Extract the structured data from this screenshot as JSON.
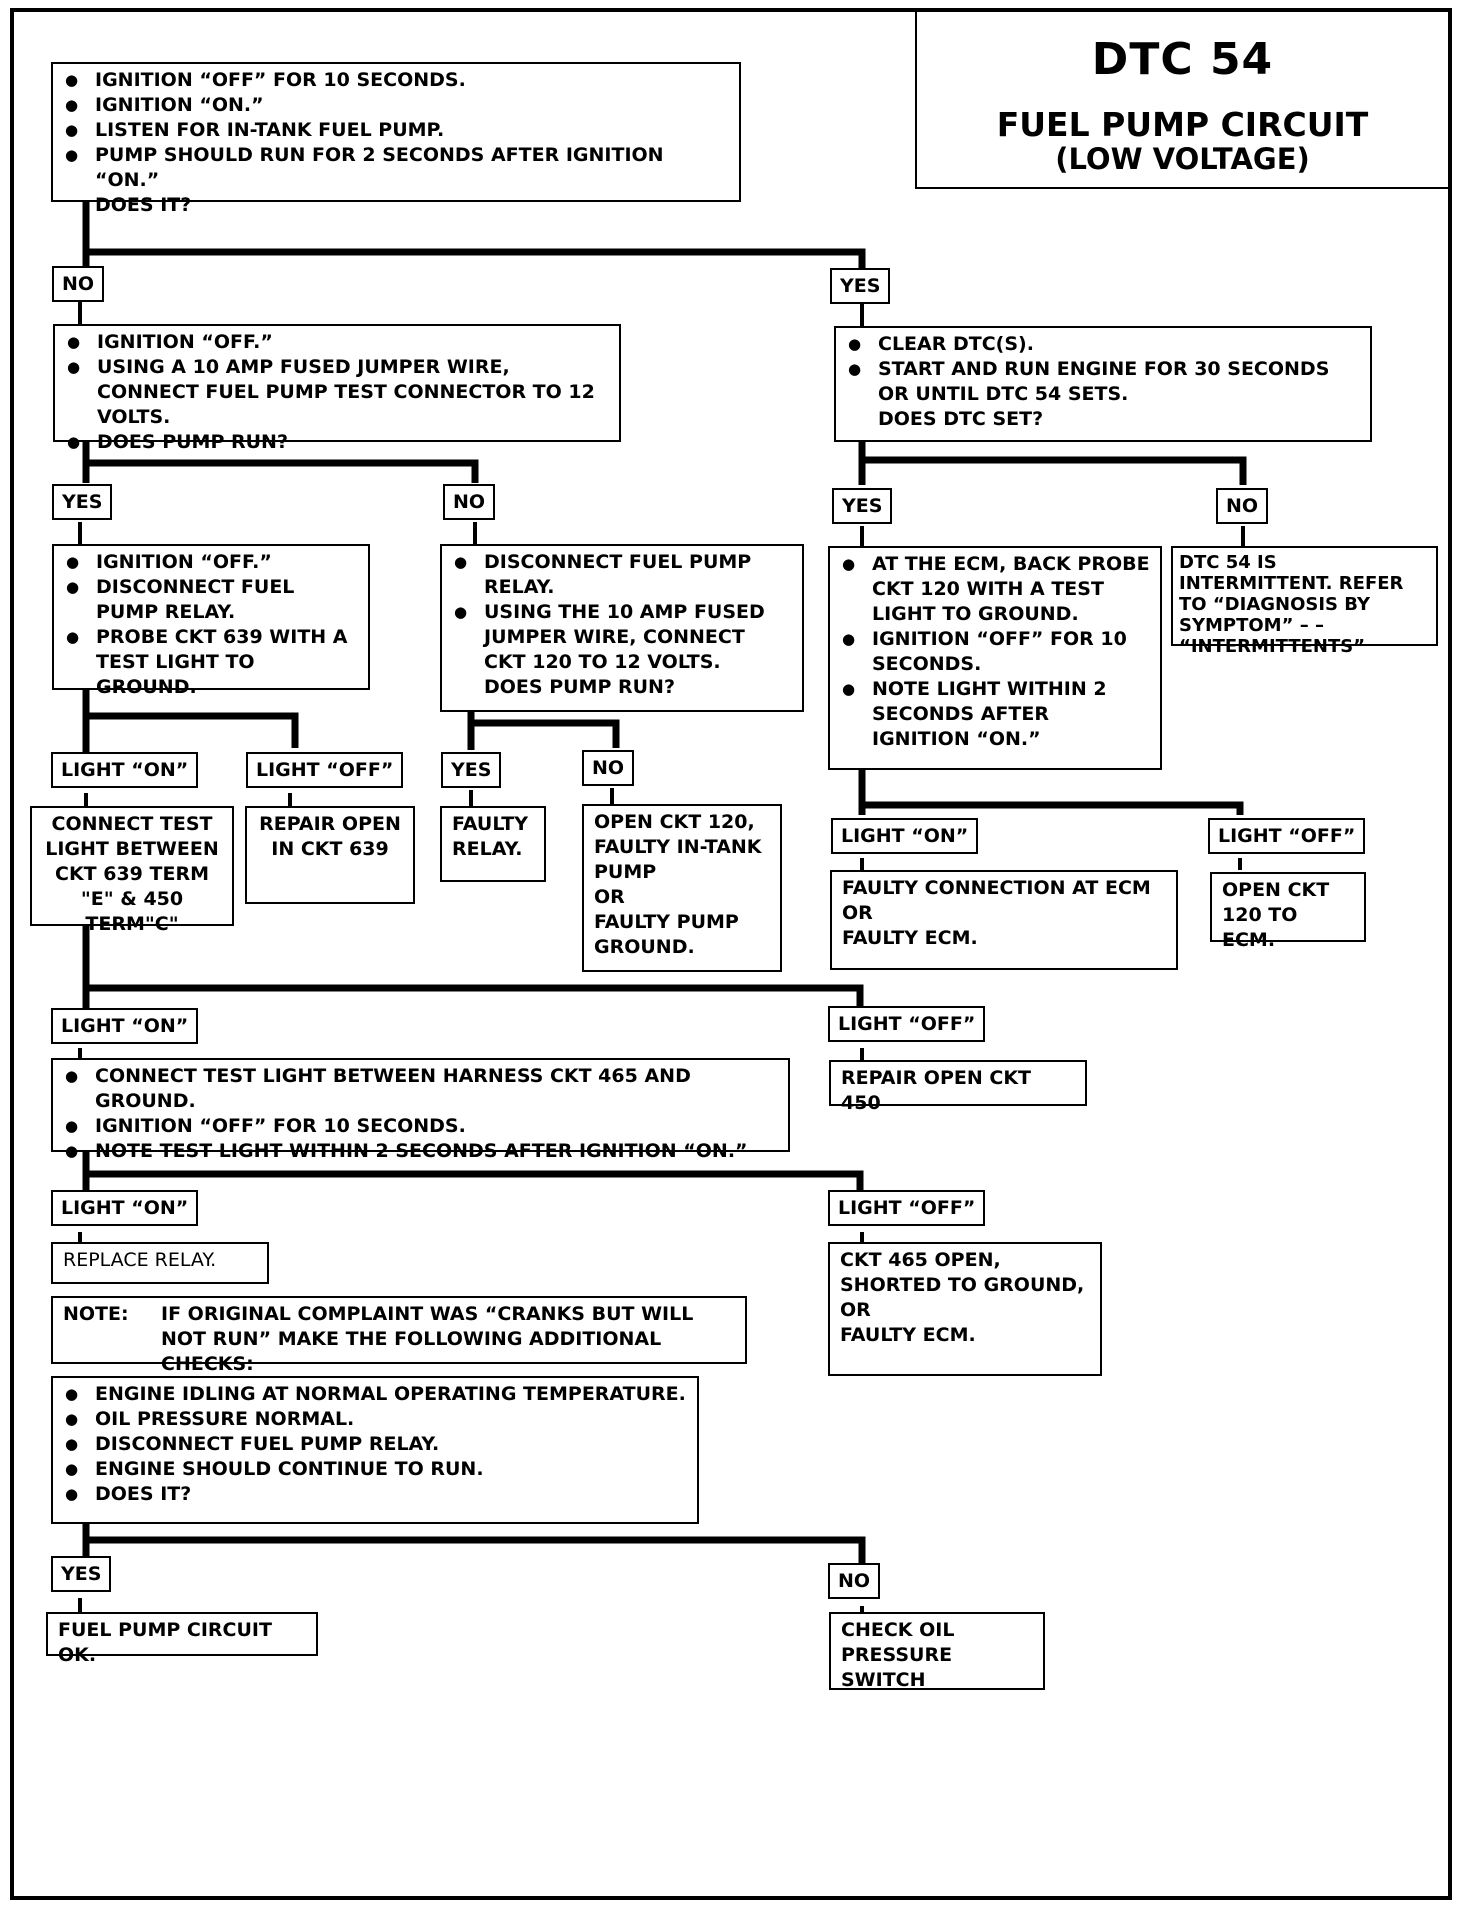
{
  "title": {
    "code": "DTC 54",
    "line1": "FUEL PUMP CIRCUIT",
    "line2": "(LOW VOLTAGE)"
  },
  "steps": {
    "start": [
      "IGNITION “OFF” FOR 10 SECONDS.",
      "IGNITION “ON.”",
      "LISTEN FOR IN-TANK FUEL PUMP.",
      "PUMP SHOULD RUN FOR 2 SECONDS AFTER IGNITION “ON.”"
    ],
    "start_q": "DOES IT?",
    "jumper": [
      "IGNITION “OFF.”",
      "USING A 10 AMP FUSED JUMPER WIRE, CONNECT FUEL PUMP TEST CONNECTOR TO 12 VOLTS.",
      "DOES PUMP RUN?"
    ],
    "clear": [
      "CLEAR DTC(S).",
      "START AND RUN ENGINE FOR 30 SECONDS OR UNTIL DTC 54 SETS."
    ],
    "clear_q": "DOES DTC SET?",
    "probe639": [
      "IGNITION “OFF.”",
      "DISCONNECT FUEL PUMP RELAY.",
      "PROBE CKT 639 WITH A TEST LIGHT TO GROUND."
    ],
    "disc_relay": [
      "DISCONNECT FUEL PUMP RELAY.",
      "USING THE 10 AMP FUSED JUMPER WIRE, CONNECT CKT 120 TO 12 VOLTS."
    ],
    "disc_relay_q": "DOES PUMP RUN?",
    "ecm_probe": [
      "AT THE ECM, BACK PROBE CKT 120 WITH A TEST LIGHT TO GROUND.",
      "IGNITION “OFF” FOR 10 SECONDS.",
      "NOTE LIGHT WITHIN 2 SECONDS AFTER IGNITION “ON.”"
    ],
    "intermittent": "DTC 54 IS INTERMITTENT. REFER TO “DIAGNOSIS BY SYMPTOM” – – “INTERMITTENTS”",
    "connect_light": "CONNECT TEST LIGHT BETWEEN CKT 639 TERM \"E\" & 450 TERM\"C\"",
    "repair639": "REPAIR OPEN IN CKT 639",
    "faulty_relay": "FAULTY RELAY.",
    "open120": [
      "OPEN CKT 120,",
      "FAULTY IN-TANK",
      "PUMP",
      "OR",
      "FAULTY PUMP",
      "GROUND."
    ],
    "faulty_conn": [
      "FAULTY CONNECTION AT ECM",
      "OR",
      "FAULTY ECM."
    ],
    "open120ecm": [
      "OPEN CKT",
      "120 TO ECM."
    ],
    "harness465": [
      "CONNECT TEST LIGHT BETWEEN HARNESS CKT 465 AND GROUND.",
      "IGNITION “OFF” FOR 10 SECONDS.",
      "NOTE TEST LIGHT WITHIN 2 SECONDS AFTER IGNITION “ON.”"
    ],
    "repair450": "REPAIR OPEN CKT  450",
    "replace_relay": "REPLACE RELAY.",
    "ckt465": [
      "CKT 465 OPEN,",
      "SHORTED TO GROUND,",
      "OR",
      "FAULTY ECM."
    ],
    "note_key": "NOTE:",
    "note_text": "IF ORIGINAL COMPLAINT WAS “CRANKS BUT WILL NOT RUN” MAKE THE FOLLOWING ADDITIONAL CHECKS:",
    "idle": [
      "ENGINE IDLING AT NORMAL OPERATING TEMPERATURE.",
      "OIL PRESSURE NORMAL.",
      "DISCONNECT FUEL PUMP RELAY.",
      "ENGINE SHOULD CONTINUE TO RUN.",
      "DOES IT?"
    ],
    "circuit_ok": "FUEL PUMP CIRCUIT OK.",
    "oil_switch": [
      "CHECK OIL",
      "PRESSURE SWITCH"
    ]
  },
  "labels": {
    "yes": "YES",
    "no": "NO",
    "light_on": "LIGHT “ON”",
    "light_off": "LIGHT “OFF”"
  }
}
